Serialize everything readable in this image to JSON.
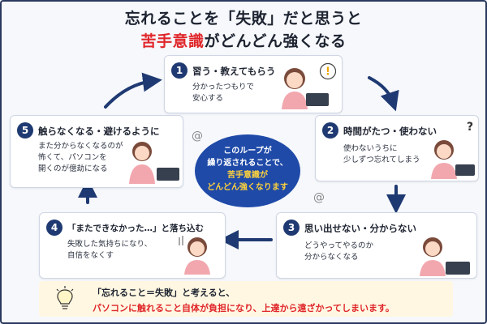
{
  "title": {
    "line1": "忘れることを「失敗」だと思うと",
    "line2_red": "苦手意識",
    "line2_rest": "がどんどん強くなる"
  },
  "steps": [
    {
      "num": "1",
      "head": "習う・教えてもらう",
      "lines": [
        "分かったつもりで",
        "安心する"
      ]
    },
    {
      "num": "2",
      "head": "時間がたつ・使わない",
      "lines": [
        "使わないうちに",
        "少しずつ忘れてしまう"
      ]
    },
    {
      "num": "3",
      "head": "思い出せない・分からない",
      "lines": [
        "どうやってやるのか",
        "分からなくなる"
      ]
    },
    {
      "num": "4",
      "head": "「またできなかった…」と落ち込む",
      "lines": [
        "失敗した気持ちになり、",
        "自信をなくす"
      ]
    },
    {
      "num": "5",
      "head": "触らなくなる・避けるように",
      "lines": [
        "また分からなくなるのが",
        "怖くて、パソコンを",
        "開くのが億劫になる"
      ]
    }
  ],
  "center": {
    "l1": "このループが",
    "l2": "繰り返されることで、",
    "l3": "苦手意識が",
    "l4": "どんどん強くなります"
  },
  "note": {
    "line1": "「忘れること＝失敗」と考えると、",
    "line2": "パソコンに触れること自体が負担になり、上達から遠ざかってしまいます。"
  },
  "symbols": {
    "exclaim": "!",
    "question": "?"
  },
  "colors": {
    "navy": "#1f3a72",
    "accent_red": "#e0262a",
    "center_blue": "#1f4aa8",
    "note_bg": "#fff7e2"
  }
}
